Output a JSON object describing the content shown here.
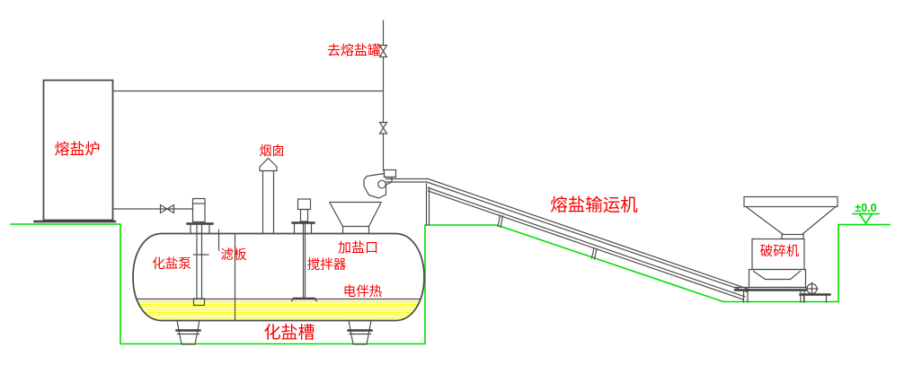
{
  "diagram": {
    "background": "#ffffff",
    "colors": {
      "line": "#4d4d4d",
      "label_red": "#f40000",
      "ground_green": "#00dd00",
      "liquid_yellow": "#ffff00"
    },
    "components": {
      "furnace": {
        "label": "熔盐炉"
      },
      "pipe_to_melt_tank": {
        "label": "去熔盐罐"
      },
      "chimney": {
        "label": "烟囱"
      },
      "salt_pump": {
        "label": "化盐泵"
      },
      "filter_plate": {
        "label": "滤板"
      },
      "agitator": {
        "label": "搅拌器"
      },
      "salt_inlet": {
        "label": "加盐口"
      },
      "electric_heat_trace": {
        "label": "电伴热"
      },
      "salt_dissolving_tank": {
        "label": "化盐槽"
      },
      "conveyor": {
        "label": "熔盐输运机"
      },
      "crusher": {
        "label": "破碎机"
      },
      "ground_elevation": {
        "label": "±0.0"
      }
    }
  }
}
